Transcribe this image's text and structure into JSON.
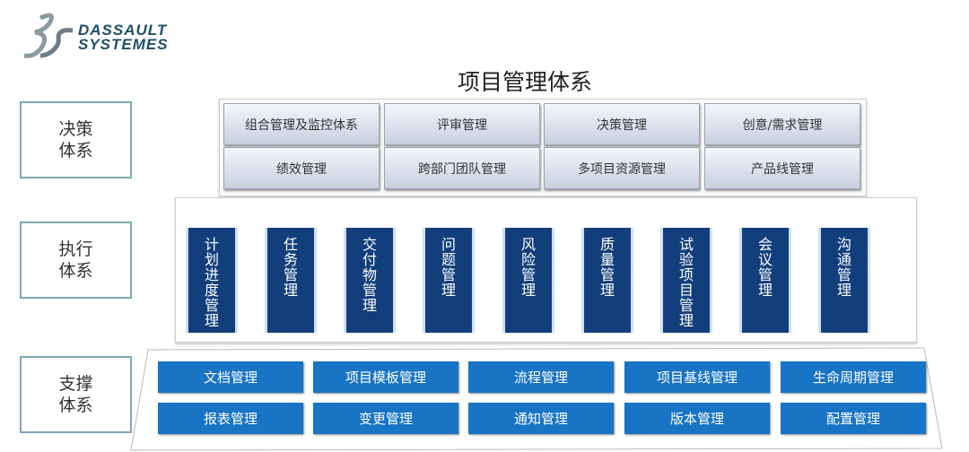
{
  "logo": {
    "line1": "DASSAULT",
    "line2": "SYSTEMES"
  },
  "title": "项目管理体系",
  "layers": [
    {
      "label_1": "决策",
      "label_2": "体系"
    },
    {
      "label_1": "执行",
      "label_2": "体系"
    },
    {
      "label_1": "支撑",
      "label_2": "体系"
    }
  ],
  "decision": [
    "组合管理及监控体系",
    "评审管理",
    "决策管理",
    "创意/需求管理",
    "绩效管理",
    "跨部门团队管理",
    "多项目资源管理",
    "产品线管理"
  ],
  "execution": [
    "计划进度管理",
    "任务管理",
    "交付物管理",
    "问题管理",
    "风险管理",
    "质量管理",
    "试验项目管理",
    "会议管理",
    "沟通管理"
  ],
  "support": [
    "文档管理",
    "项目模板管理",
    "流程管理",
    "项目基线管理",
    "生命周期管理",
    "报表管理",
    "变更管理",
    "通知管理",
    "版本管理",
    "配置管理"
  ]
}
